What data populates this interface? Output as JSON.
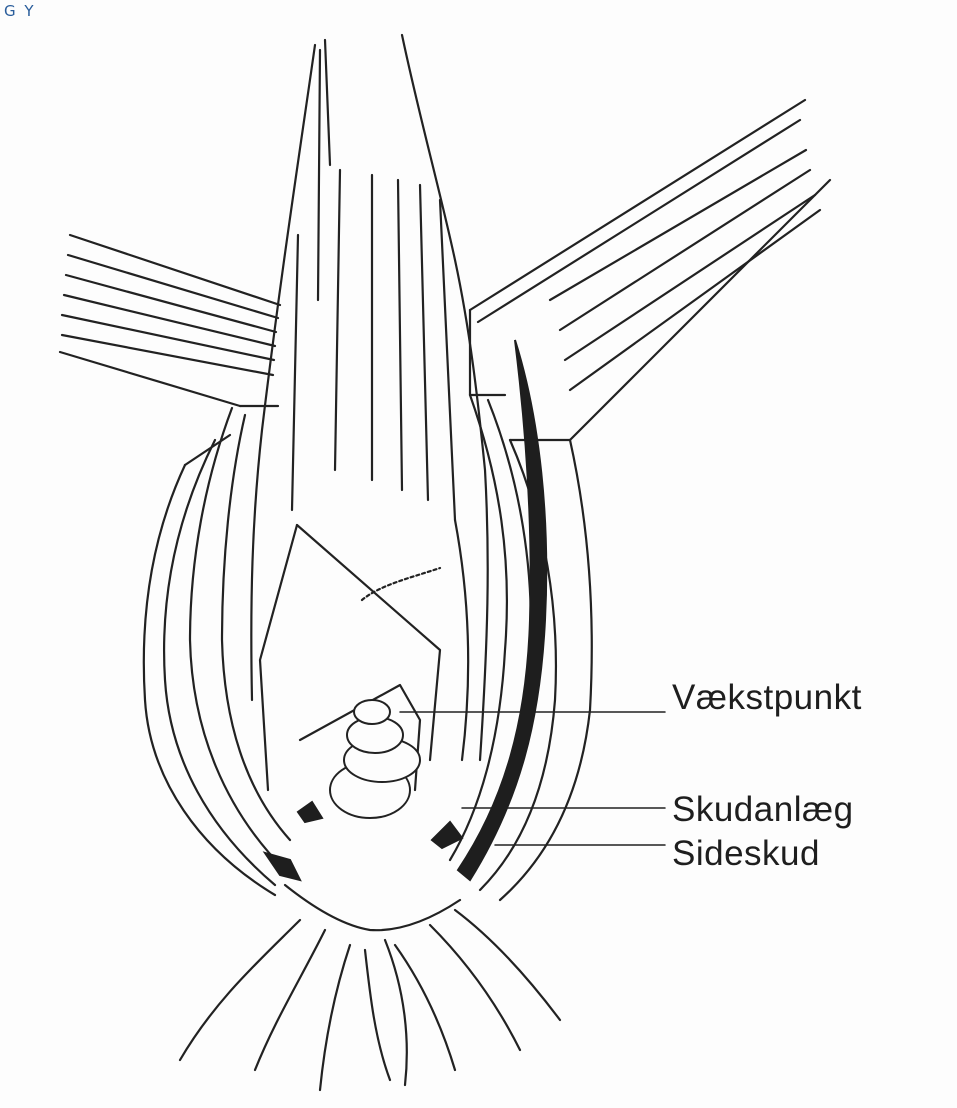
{
  "corner_mark": "G Y",
  "labels": {
    "growth_point": "Vækstpunkt",
    "shoot_bud": "Skudanlæg",
    "side_shoot": "Sideskud"
  },
  "colors": {
    "ink": "#1e1e1e",
    "paper": "#fdfdfd",
    "corner_mark": "#2a5d9b"
  }
}
